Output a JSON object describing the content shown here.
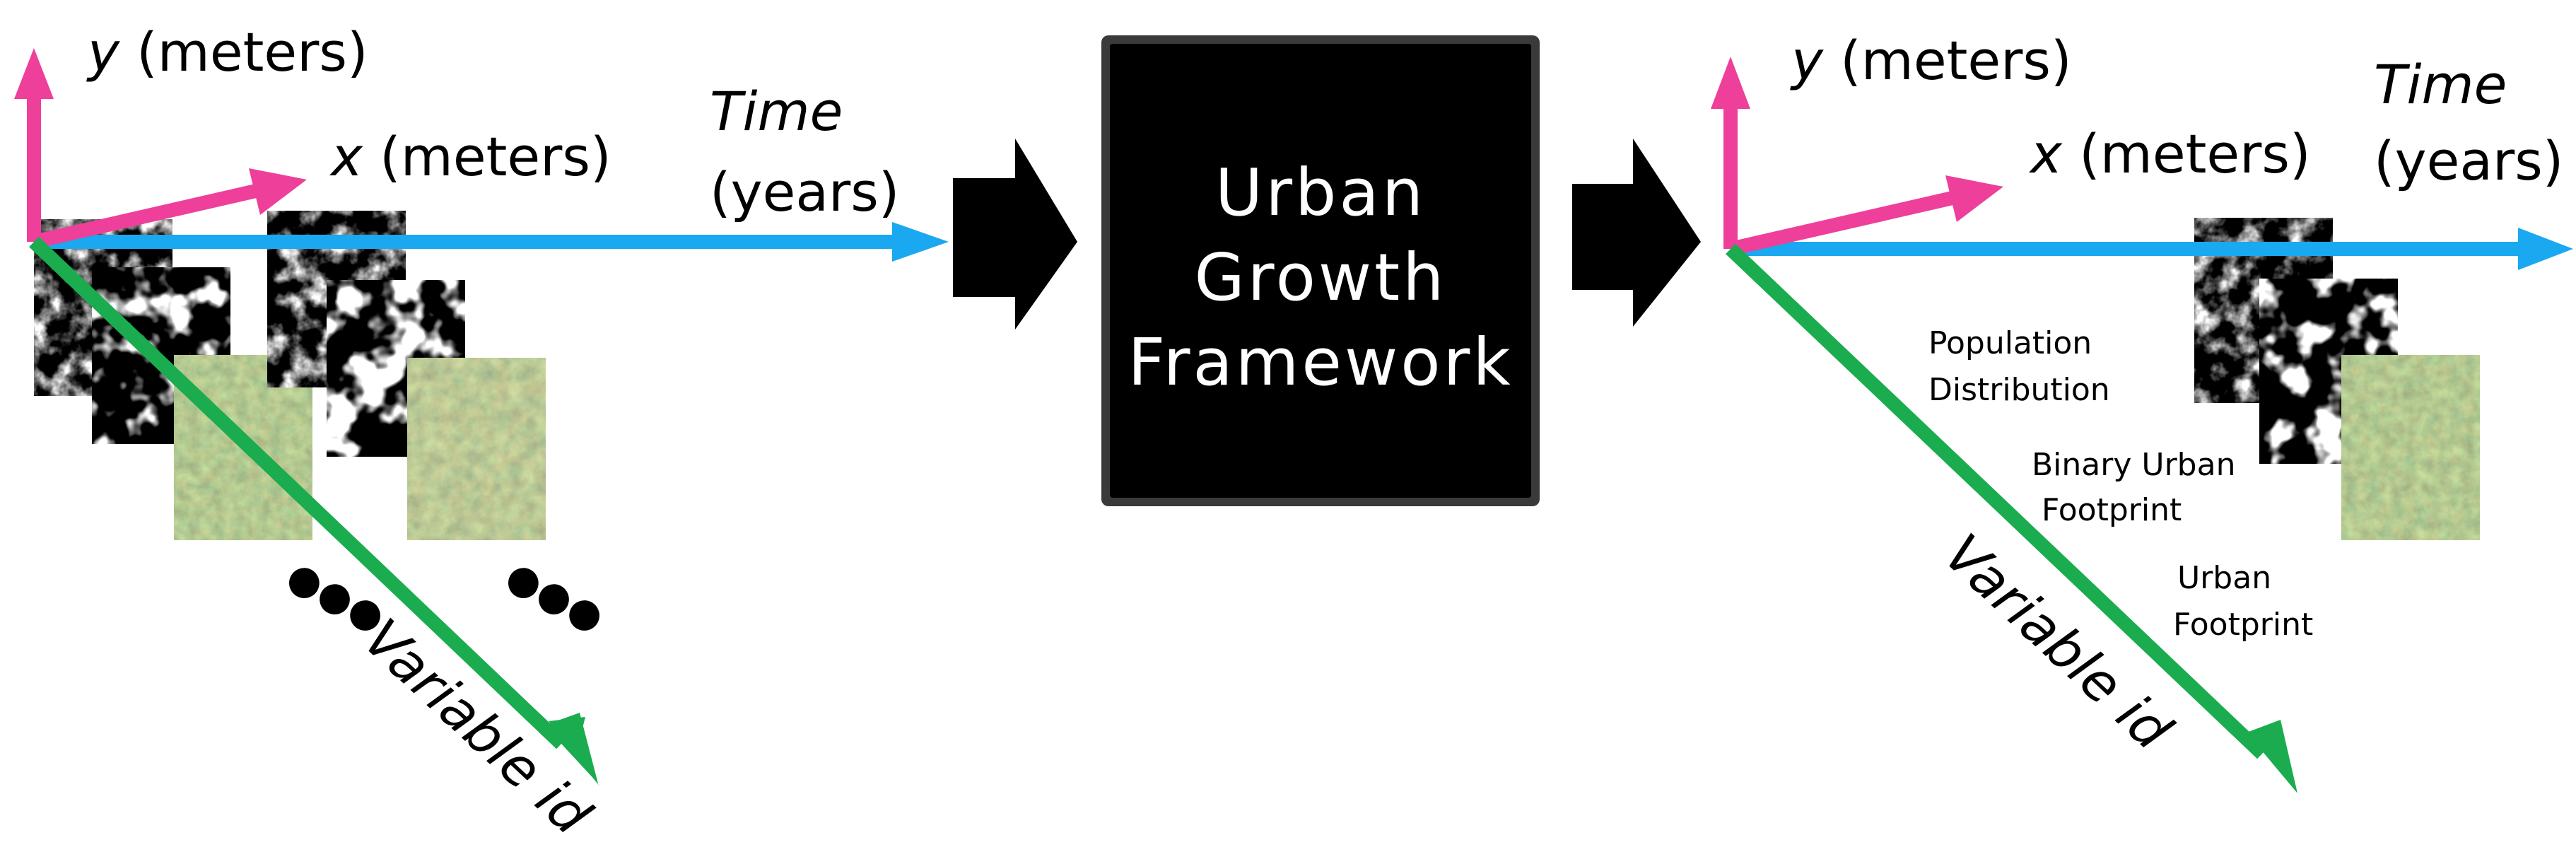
{
  "colors": {
    "y_axis": "#ee3f9b",
    "x_axis": "#ee3f9b",
    "time_axis": "#1aa8f0",
    "variable_axis": "#1aac4e",
    "framework_fill": "#000000",
    "framework_border": "#3a3a3a",
    "framework_text": "#ffffff"
  },
  "left_panel": {
    "y_label": {
      "var": "y",
      "unit": "(meters)"
    },
    "x_label": {
      "var": "x",
      "unit": "(meters)"
    },
    "time_label": {
      "line1": "Time",
      "line2": "(years)"
    },
    "variable_label": "Variable id",
    "ellipsis": "●●●"
  },
  "framework": {
    "line1": "Urban",
    "line2": "Growth",
    "line3": "Framework"
  },
  "right_panel": {
    "y_label": {
      "var": "y",
      "unit": "(meters)"
    },
    "x_label": {
      "var": "x",
      "unit": "(meters)"
    },
    "time_label": {
      "line1": "Time",
      "line2": "(years)"
    },
    "variable_label": "Variable id",
    "layers": [
      {
        "line1": "Population",
        "line2": "Distribution"
      },
      {
        "line1": "Binary Urban",
        "line2": "Footprint"
      },
      {
        "line1": "Urban",
        "line2": "Footprint"
      }
    ]
  },
  "icons": {
    "process_arrows": "right-chevron-arrow-icon"
  }
}
